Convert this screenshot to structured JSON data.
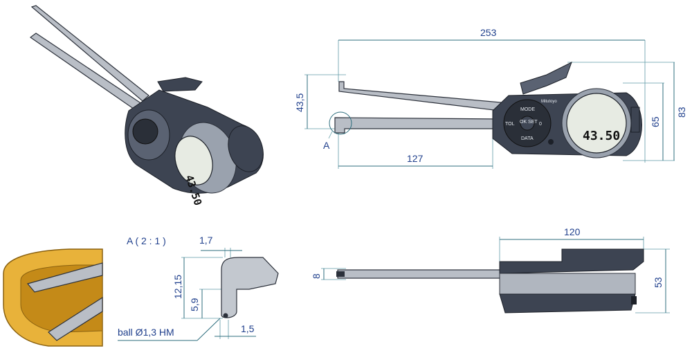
{
  "dimensions": {
    "overall_length": "253",
    "arm_length": "127",
    "width_total": "83",
    "width_body": "65",
    "opening": "43,5",
    "thickness_total": "53",
    "arm_thickness": "8",
    "body_length_side": "120",
    "tip_offset_top": "1,7",
    "tip_height": "12,15",
    "tip_ball_height": "5,9",
    "tip_bottom": "1,5"
  },
  "labels": {
    "detail_marker": "A",
    "detail_title": "A ( 2 : 1 )",
    "ball_spec": "ball Ø1,3 HM"
  },
  "device": {
    "display_reading": "43.50",
    "brand": "Mitutoyo",
    "buttons": {
      "mode": "MODE",
      "ok_set": "OK SET",
      "tol": "TOL",
      "data": "DATA",
      "right": "0"
    }
  },
  "colors": {
    "dimension_text": "#1f3f8c",
    "dimension_line": "#2e6e7e",
    "body": "#3d4452",
    "gold_part": "#e8b23a"
  }
}
